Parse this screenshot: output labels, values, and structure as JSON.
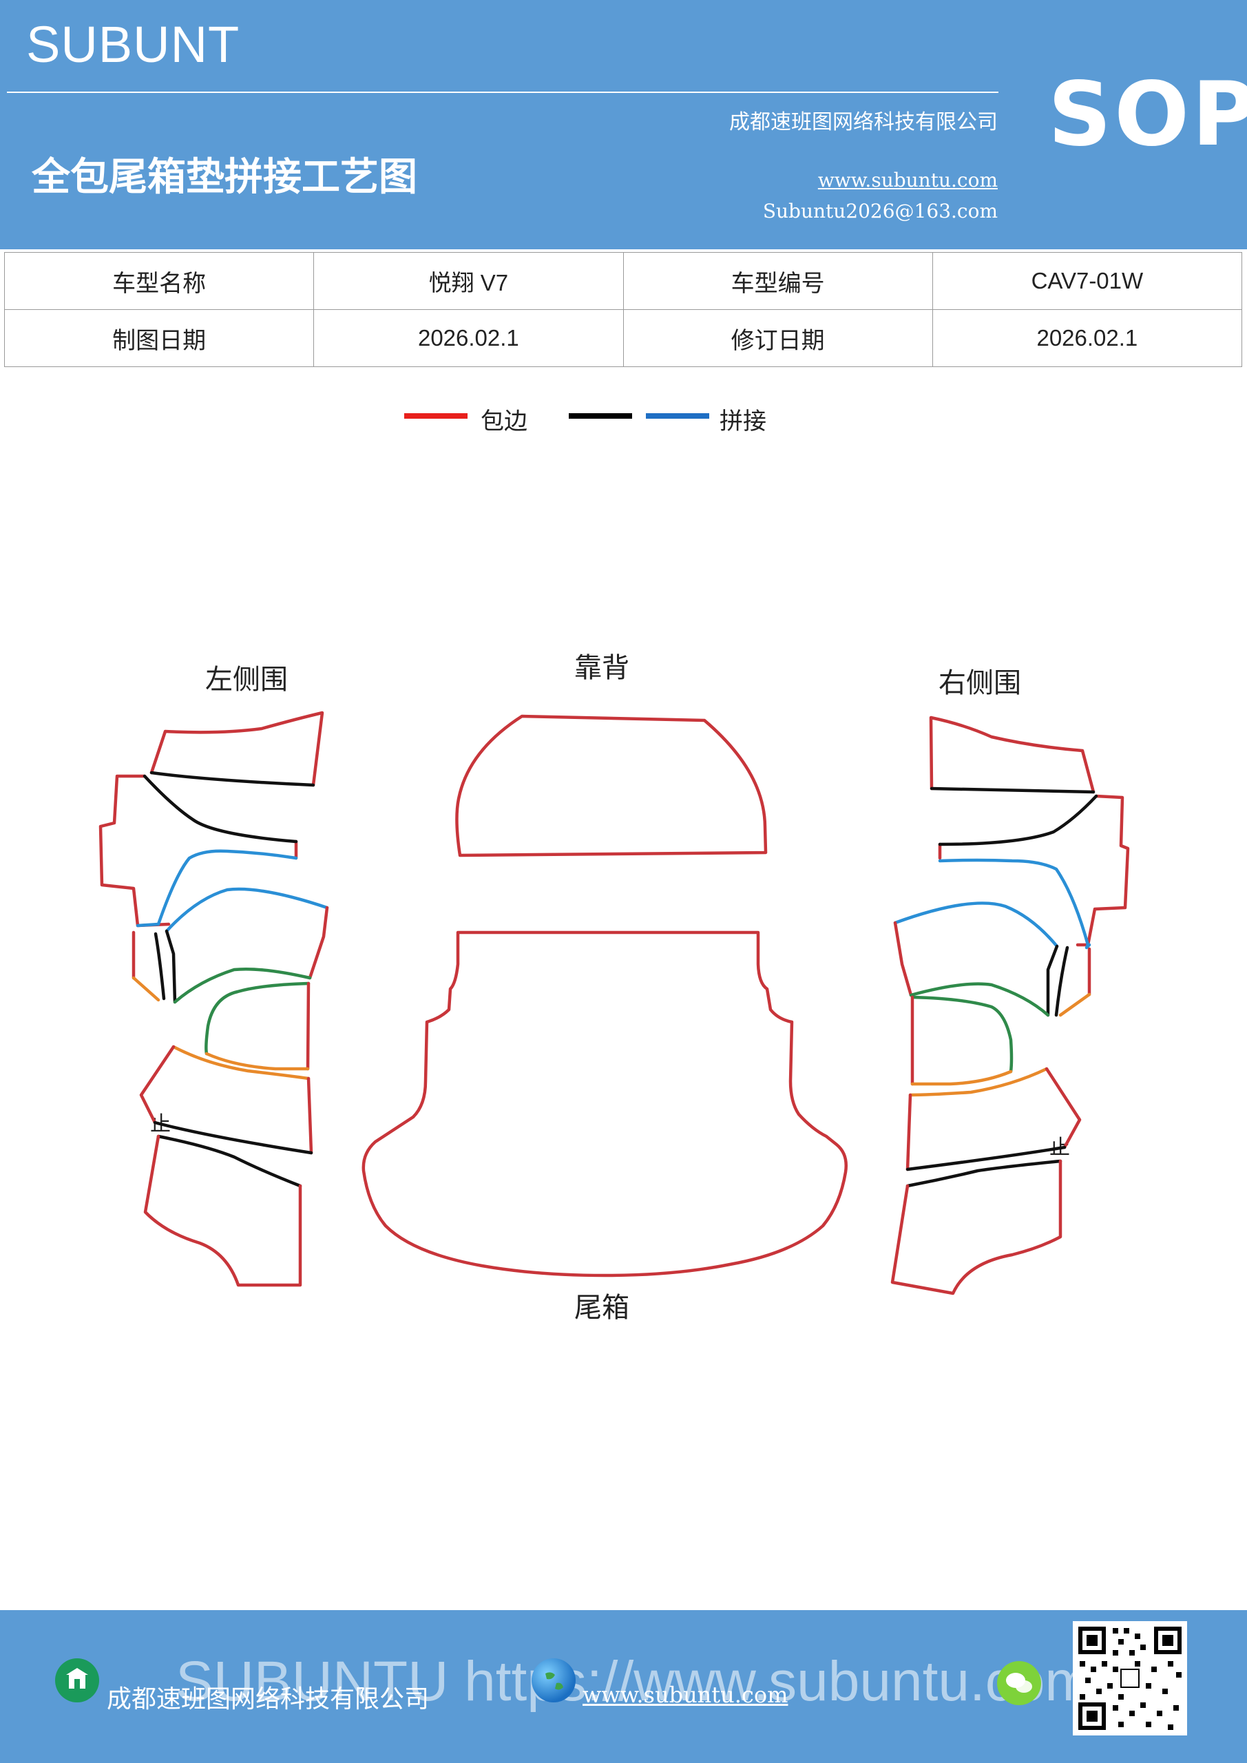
{
  "header": {
    "brand": "SUBUNT",
    "title": "全包尾箱垫拼接工艺图",
    "company": "成都速班图网络科技有限公司",
    "website": "www.subuntu.com",
    "email": "Subuntu2026@163.com",
    "badge": "SOP"
  },
  "info_table": {
    "rows": [
      {
        "label1": "车型名称",
        "value1": "悦翔 V7",
        "label2": "车型编号",
        "value2": "CAV7-01W"
      },
      {
        "label1": "制图日期",
        "value1": "2026.02.1",
        "label2": "修订日期",
        "value2": "2026.02.1"
      }
    ]
  },
  "legend": {
    "items": [
      {
        "label": "包边",
        "color": "#e8201c"
      },
      {
        "label": "",
        "color": "#000000"
      },
      {
        "label": "拼接",
        "color": "#1f6fc4"
      }
    ]
  },
  "diagram": {
    "labels": {
      "left": "左侧围",
      "back": "靠背",
      "right": "右侧围",
      "trunk": "尾箱",
      "stop_left": "止",
      "stop_right": "止"
    },
    "colors": {
      "edge": "#c8353a",
      "seam": "#111111",
      "splice_blue": "#2a8fd6",
      "splice_green": "#2f8a4a",
      "splice_orange": "#e8892a"
    }
  },
  "footer": {
    "watermark": "SUBUNTU https://www.subuntu.com",
    "company": "成都速班图网络科技有限公司",
    "website": "www.subuntu.com"
  }
}
